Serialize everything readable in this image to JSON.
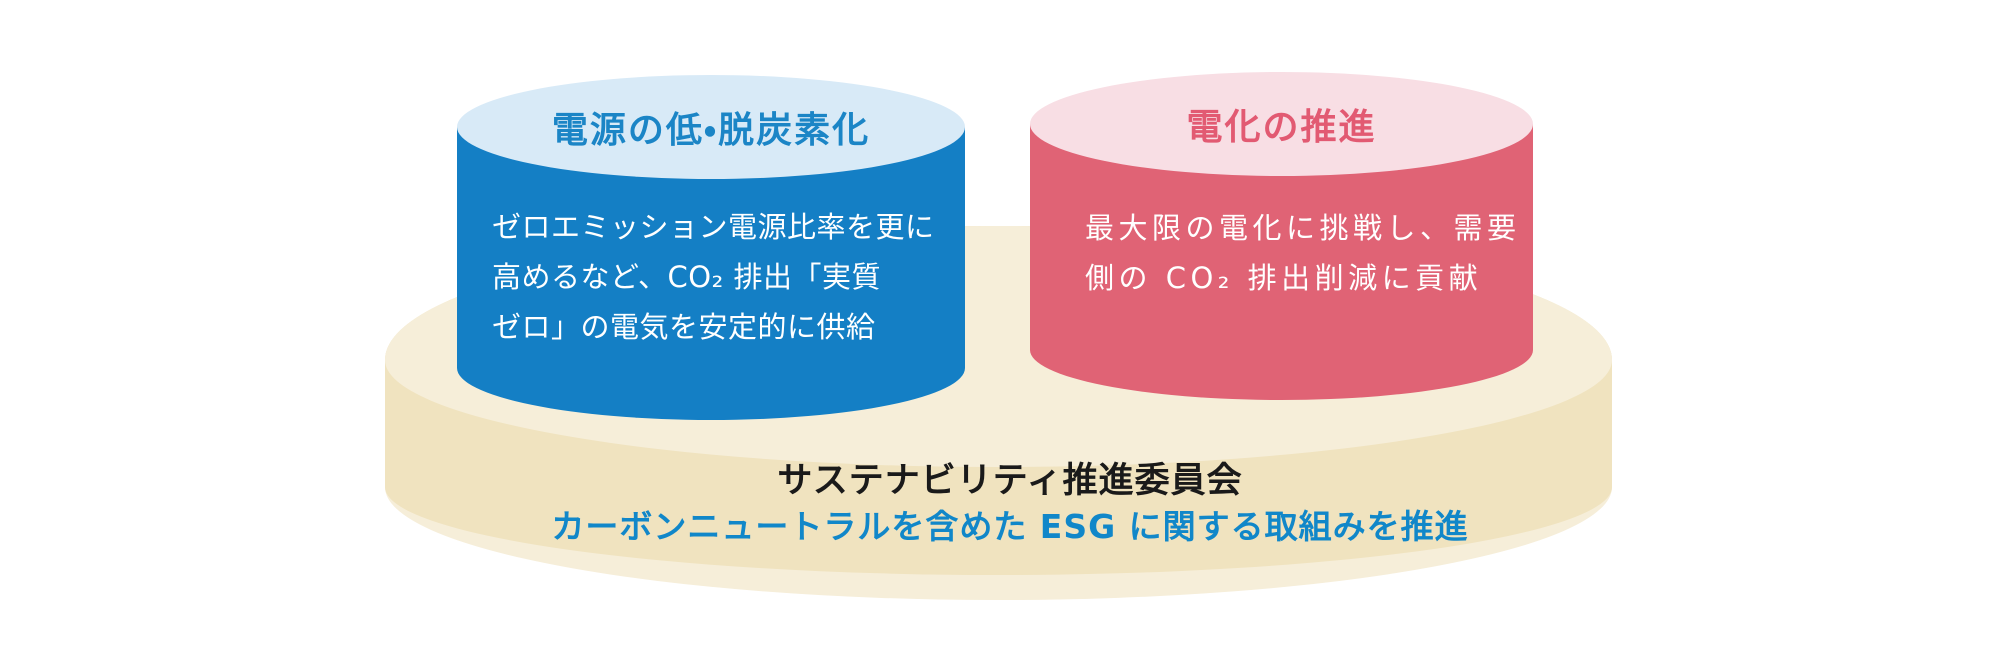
{
  "background_color": "#ffffff",
  "pillars": [
    {
      "id": "power-decarbonization",
      "title": "電源の低・脱炭素化",
      "description_lines": [
        "ゼロエミッション電源比率を更に",
        "高めるなど、CO₂ 排出「実質",
        "ゼロ」の電気を安定的に供給"
      ],
      "top_color": "#d8eaf7",
      "body_color": "#147fc5",
      "title_color": "#1b85c6",
      "text_color": "#ffffff"
    },
    {
      "id": "electrification-promotion",
      "title": "電化の推進",
      "description_lines": [
        "最大限の電化に挑戦し、需要",
        "側の CO₂ 排出削減に貢献"
      ],
      "top_color": "#f8dee4",
      "body_color": "#e06375",
      "title_color": "#e25a72",
      "text_color": "#ffffff"
    }
  ],
  "base": {
    "title": "サステナビリティ推進委員会",
    "subtitle": "カーボンニュートラルを含めた ESG に関する取組みを推進",
    "top_color": "#f6eed9",
    "side_color": "#f0e3bf",
    "title_color": "#1a1a1a",
    "subtitle_color": "#1187c9"
  }
}
